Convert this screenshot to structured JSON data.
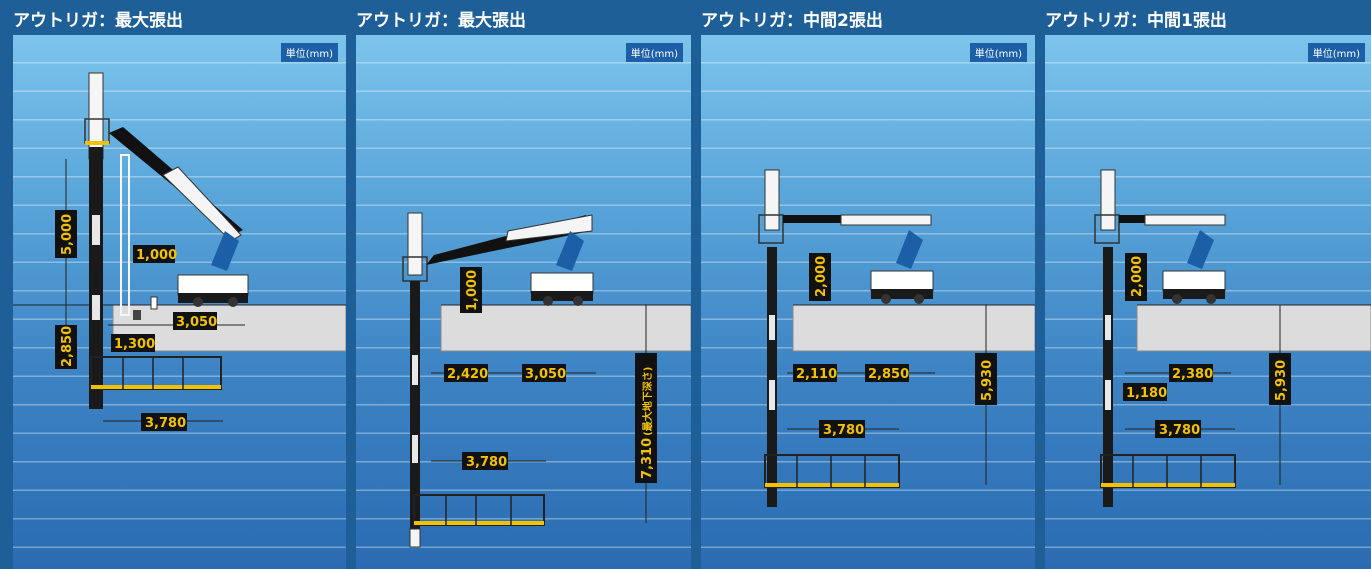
{
  "panels": [
    {
      "title": "アウトリガ：最大張出",
      "unit": "単位(mm)",
      "dims": {
        "a": "5,000",
        "b": "1,000",
        "c": "2,850",
        "d": "3,050",
        "e": "1,300",
        "f": "3,780"
      }
    },
    {
      "title": "アウトリガ：最大張出",
      "unit": "単位(mm)",
      "dims": {
        "a": "1,000",
        "b": "2,420",
        "c": "3,050",
        "d": "3,780",
        "e": "7,310",
        "e_note": "(最大地下深さ)"
      }
    },
    {
      "title": "アウトリガ：中間2張出",
      "unit": "単位(mm)",
      "dims": {
        "a": "2,000",
        "b": "2,110",
        "c": "2,850",
        "d": "3,780",
        "e": "5,930"
      }
    },
    {
      "title": "アウトリガ：中間1張出",
      "unit": "単位(mm)",
      "dims": {
        "a": "2,000",
        "b": "1,180",
        "c": "2,380",
        "d": "3,780",
        "e": "5,930"
      }
    }
  ]
}
